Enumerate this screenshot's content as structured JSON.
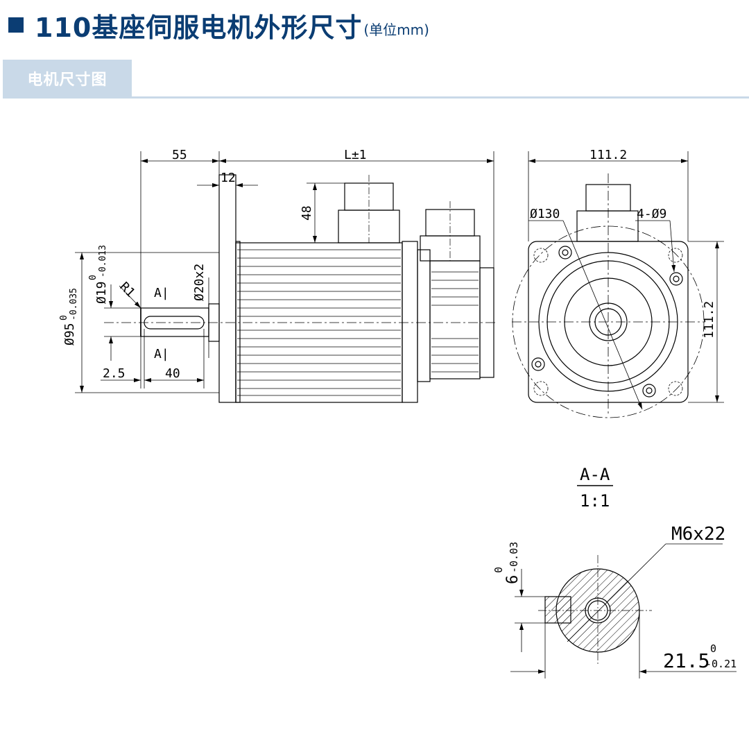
{
  "header": {
    "title": "110基座伺服电机外形尺寸",
    "unit": "(单位mm)"
  },
  "tab": {
    "label": "电机尺寸图"
  },
  "drawing": {
    "side_view": {
      "dim_shaft_len": "55",
      "dim_body_len": "L±1",
      "dim_flange": "12",
      "dim_conn_h": "48",
      "dim_pilot": "Ø95",
      "dim_pilot_tol_up": "0",
      "dim_pilot_tol_lo": "-0.035",
      "dim_shaft_dia": "Ø19",
      "dim_shaft_tol_up": "0",
      "dim_shaft_tol_lo": "-0.013",
      "dim_radius": "R1",
      "dim_key": "Ø20x2",
      "dim_offset": "2.5",
      "dim_key_len": "40",
      "section_mark": "A|"
    },
    "front_view": {
      "dim_width": "111.2",
      "dim_height": "111.2",
      "dim_pcd": "Ø130",
      "dim_holes": "4-Ø9"
    },
    "section_view": {
      "label": "A-A",
      "scale": "1:1",
      "thread": "M6x22",
      "key_width": "6",
      "key_tol_up": "0",
      "key_tol_lo": "-0.03",
      "key_depth": "21.5",
      "depth_tol_up": "0",
      "depth_tol_lo": "-0.21"
    }
  }
}
